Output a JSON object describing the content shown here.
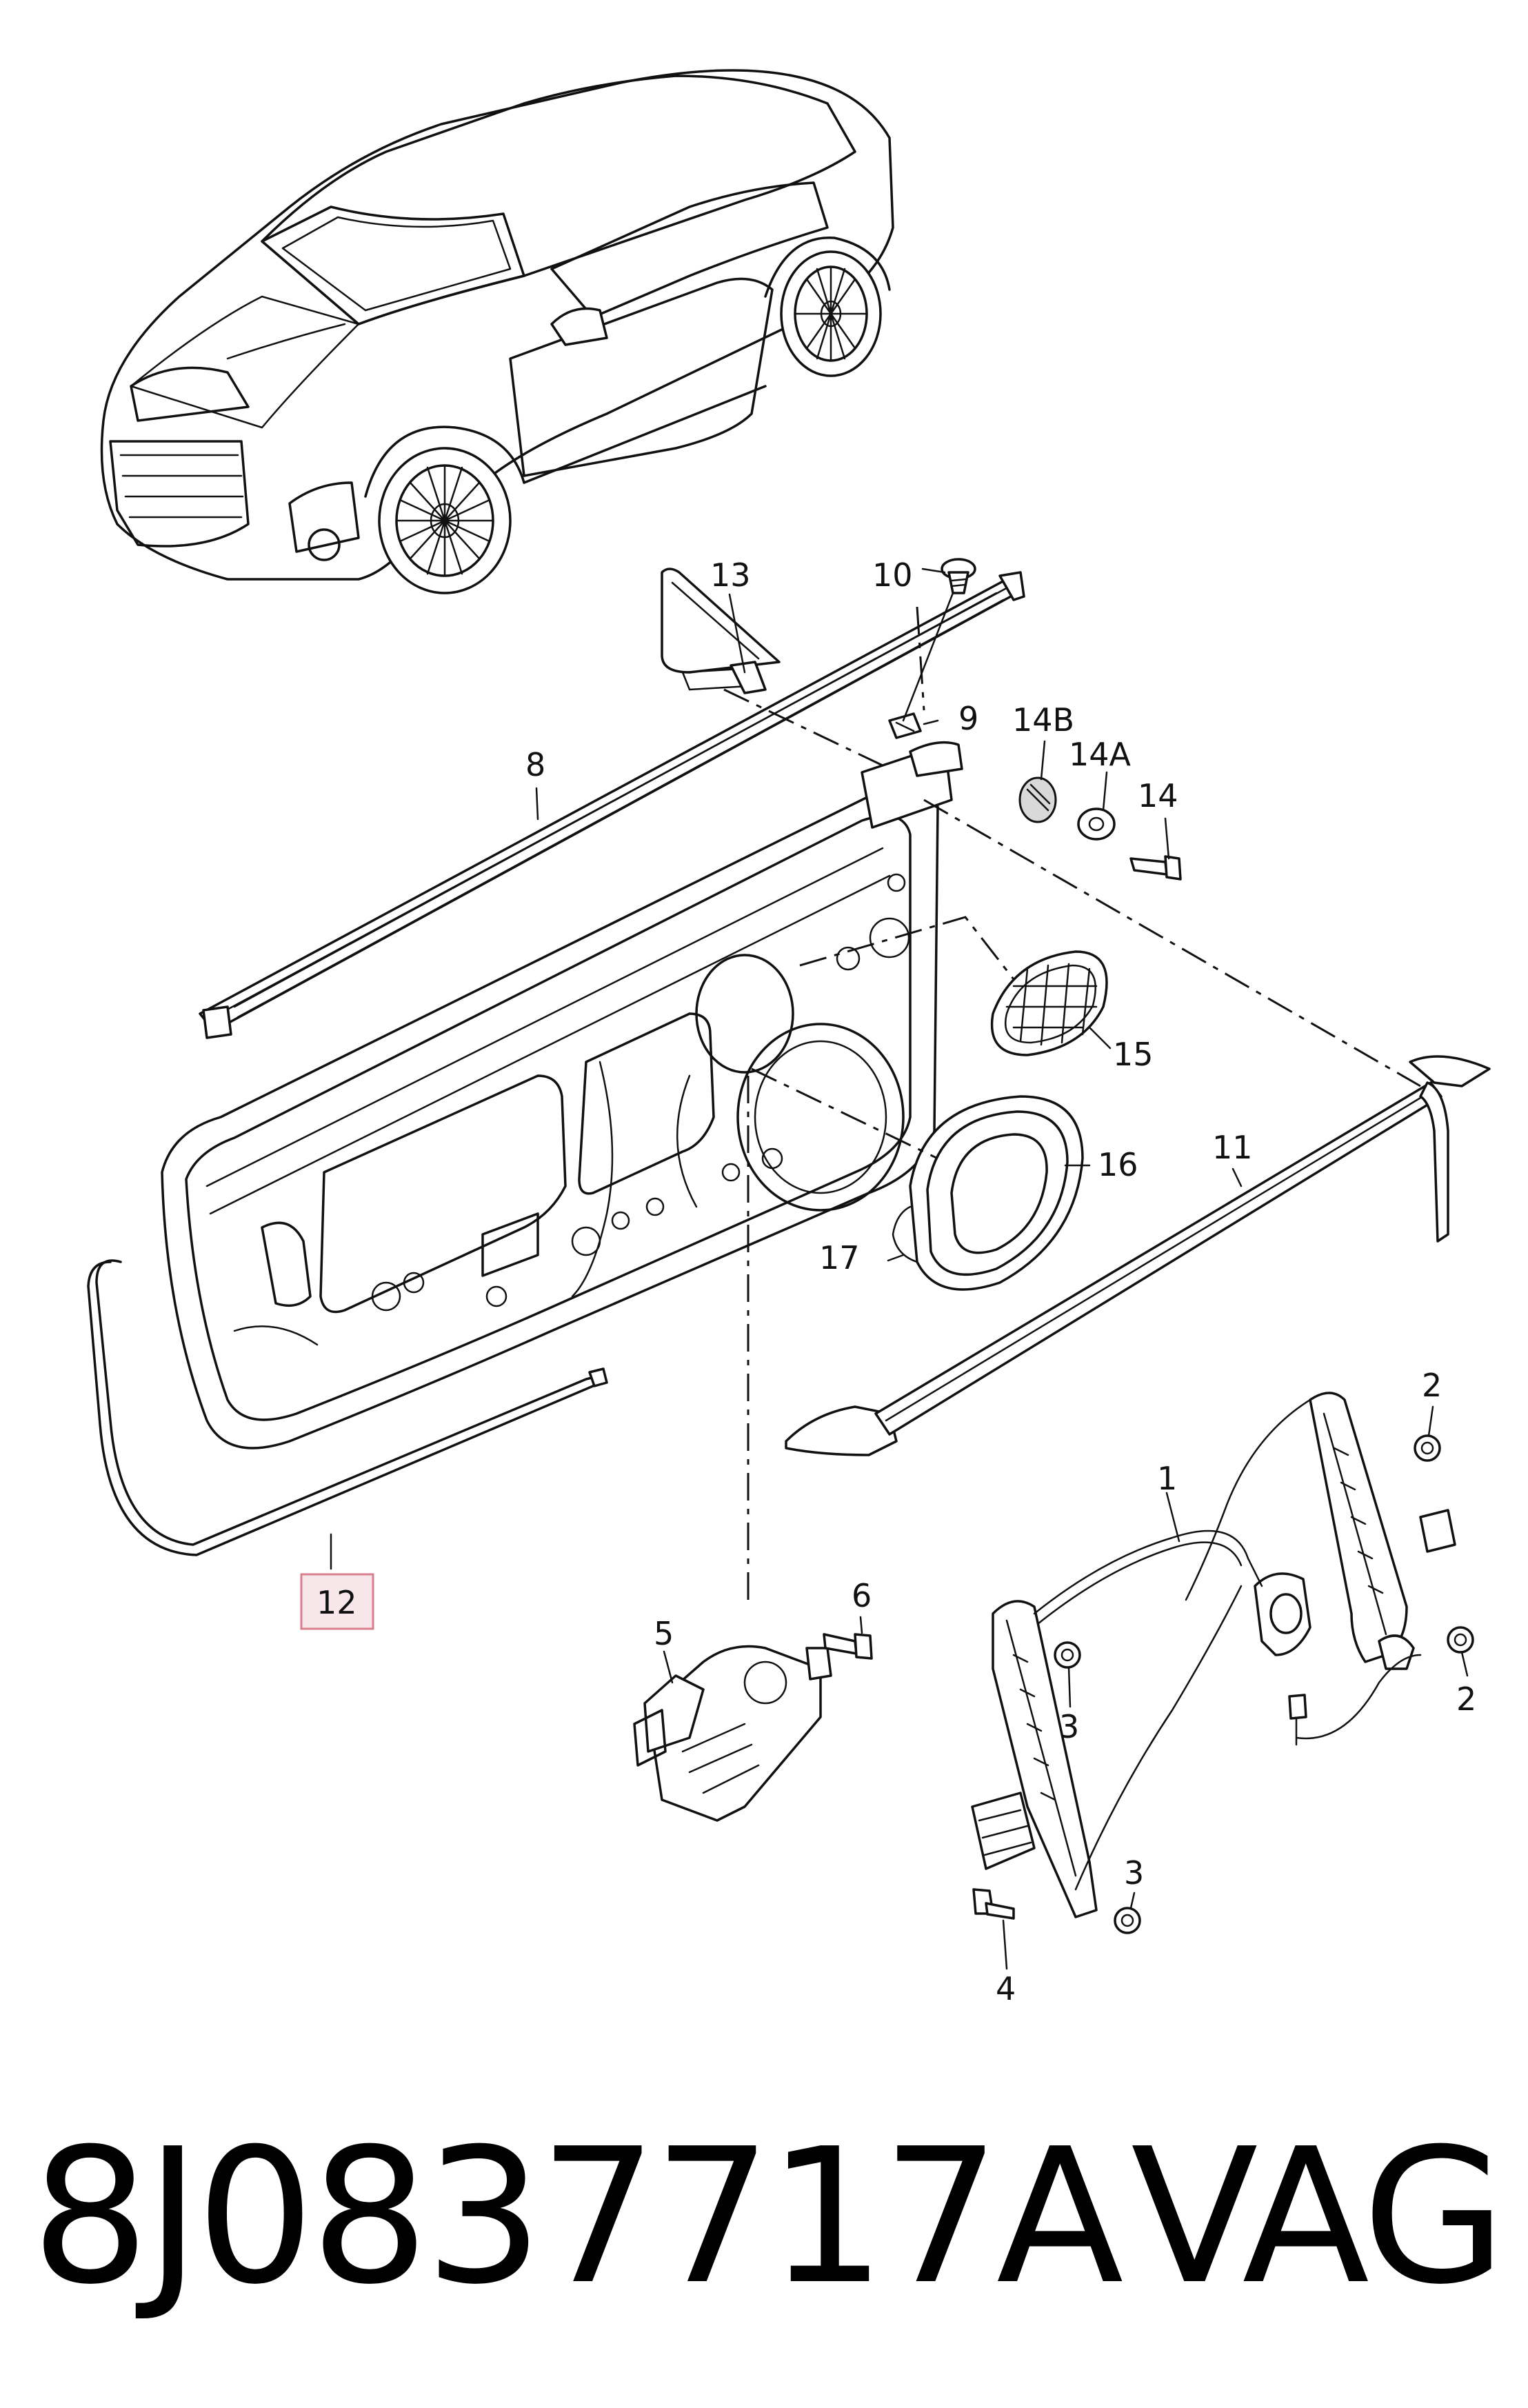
{
  "diagram": {
    "callouts": {
      "c1": "1",
      "c2a": "2",
      "c2b": "2",
      "c3a": "3",
      "c3b": "3",
      "c4": "4",
      "c5": "5",
      "c6": "6",
      "c8": "8",
      "c9": "9",
      "c10": "10",
      "c11": "11",
      "c12": "12",
      "c13": "13",
      "c14": "14",
      "c14a": "14A",
      "c14b": "14B",
      "c15": "15",
      "c16": "16",
      "c17": "17"
    },
    "highlighted_callout": "12",
    "highlight_color": "#f8e7ea"
  },
  "footer": {
    "part_number": "8J0837717A",
    "brand": "VAG"
  }
}
